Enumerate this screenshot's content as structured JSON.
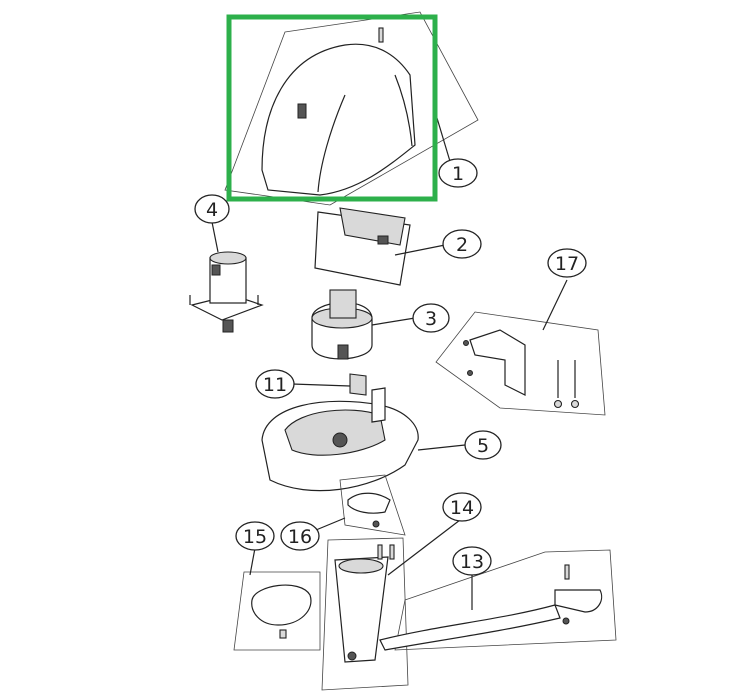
{
  "diagram": {
    "highlight_color": "#2db04b",
    "callouts": [
      {
        "id": "c1",
        "label": "1"
      },
      {
        "id": "c2",
        "label": "2"
      },
      {
        "id": "c3",
        "label": "3"
      },
      {
        "id": "c4",
        "label": "4"
      },
      {
        "id": "c5",
        "label": "5"
      },
      {
        "id": "c11",
        "label": "11"
      },
      {
        "id": "c13",
        "label": "13"
      },
      {
        "id": "c14",
        "label": "14"
      },
      {
        "id": "c15",
        "label": "15"
      },
      {
        "id": "c16",
        "label": "16"
      },
      {
        "id": "c17",
        "label": "17"
      }
    ]
  }
}
